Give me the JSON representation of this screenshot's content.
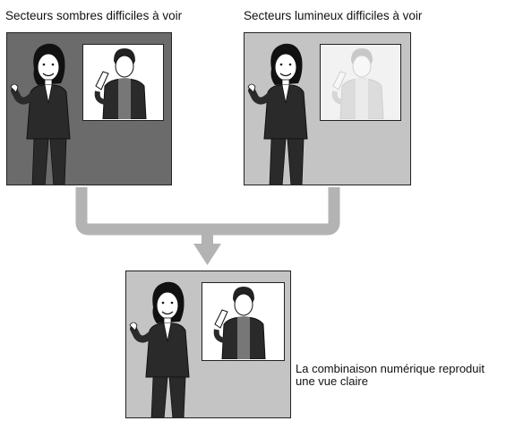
{
  "labels": {
    "dark_title": "Secteurs sombres difficiles à voir",
    "bright_title": "Secteurs lumineux difficiles à voir",
    "result_line1": "La combinaison numérique reproduit",
    "result_line2": "une vue claire"
  },
  "colors": {
    "dark_background": "#6b6b6b",
    "bright_background": "#c4c4c4",
    "result_background": "#c4c4c4",
    "arrow": "#b3b3b3",
    "outline": "#222222"
  }
}
